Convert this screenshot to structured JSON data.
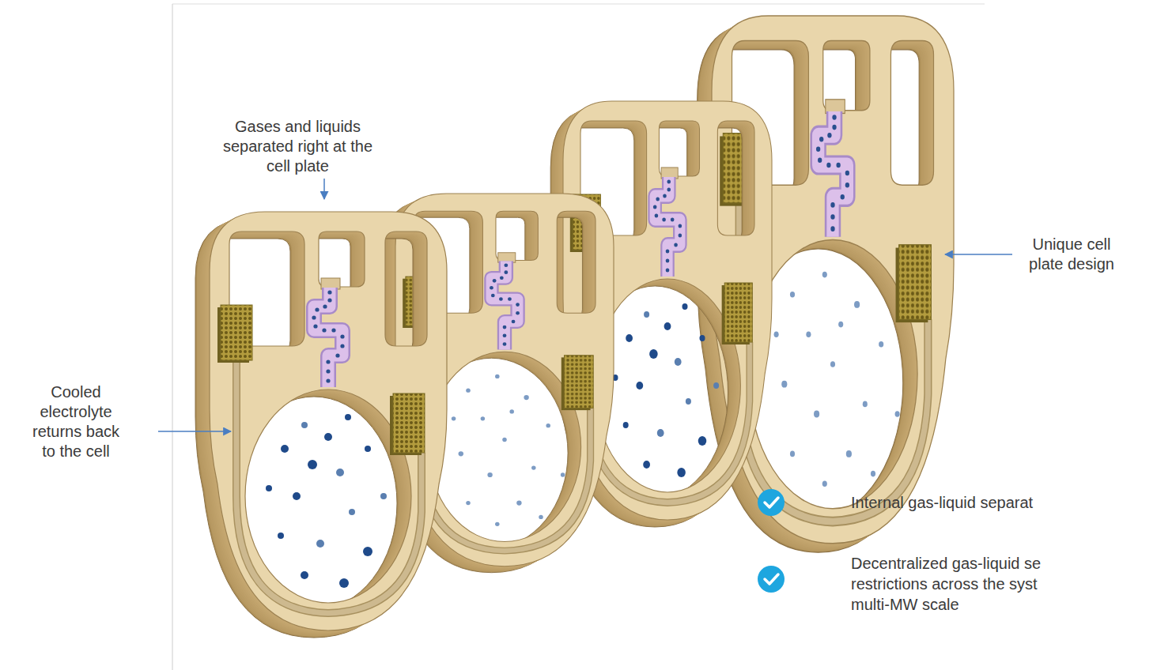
{
  "diagram": {
    "labels": [
      "Gases and liquids separated right at the cell plate",
      "Cooled electrolyte returns back to the cell",
      "Unique cell plate design",
      "Internal gas-liquid separat",
      "Decentralized gas-liquid se restrictions across the syst multi-MW scale"
    ]
  }
}
